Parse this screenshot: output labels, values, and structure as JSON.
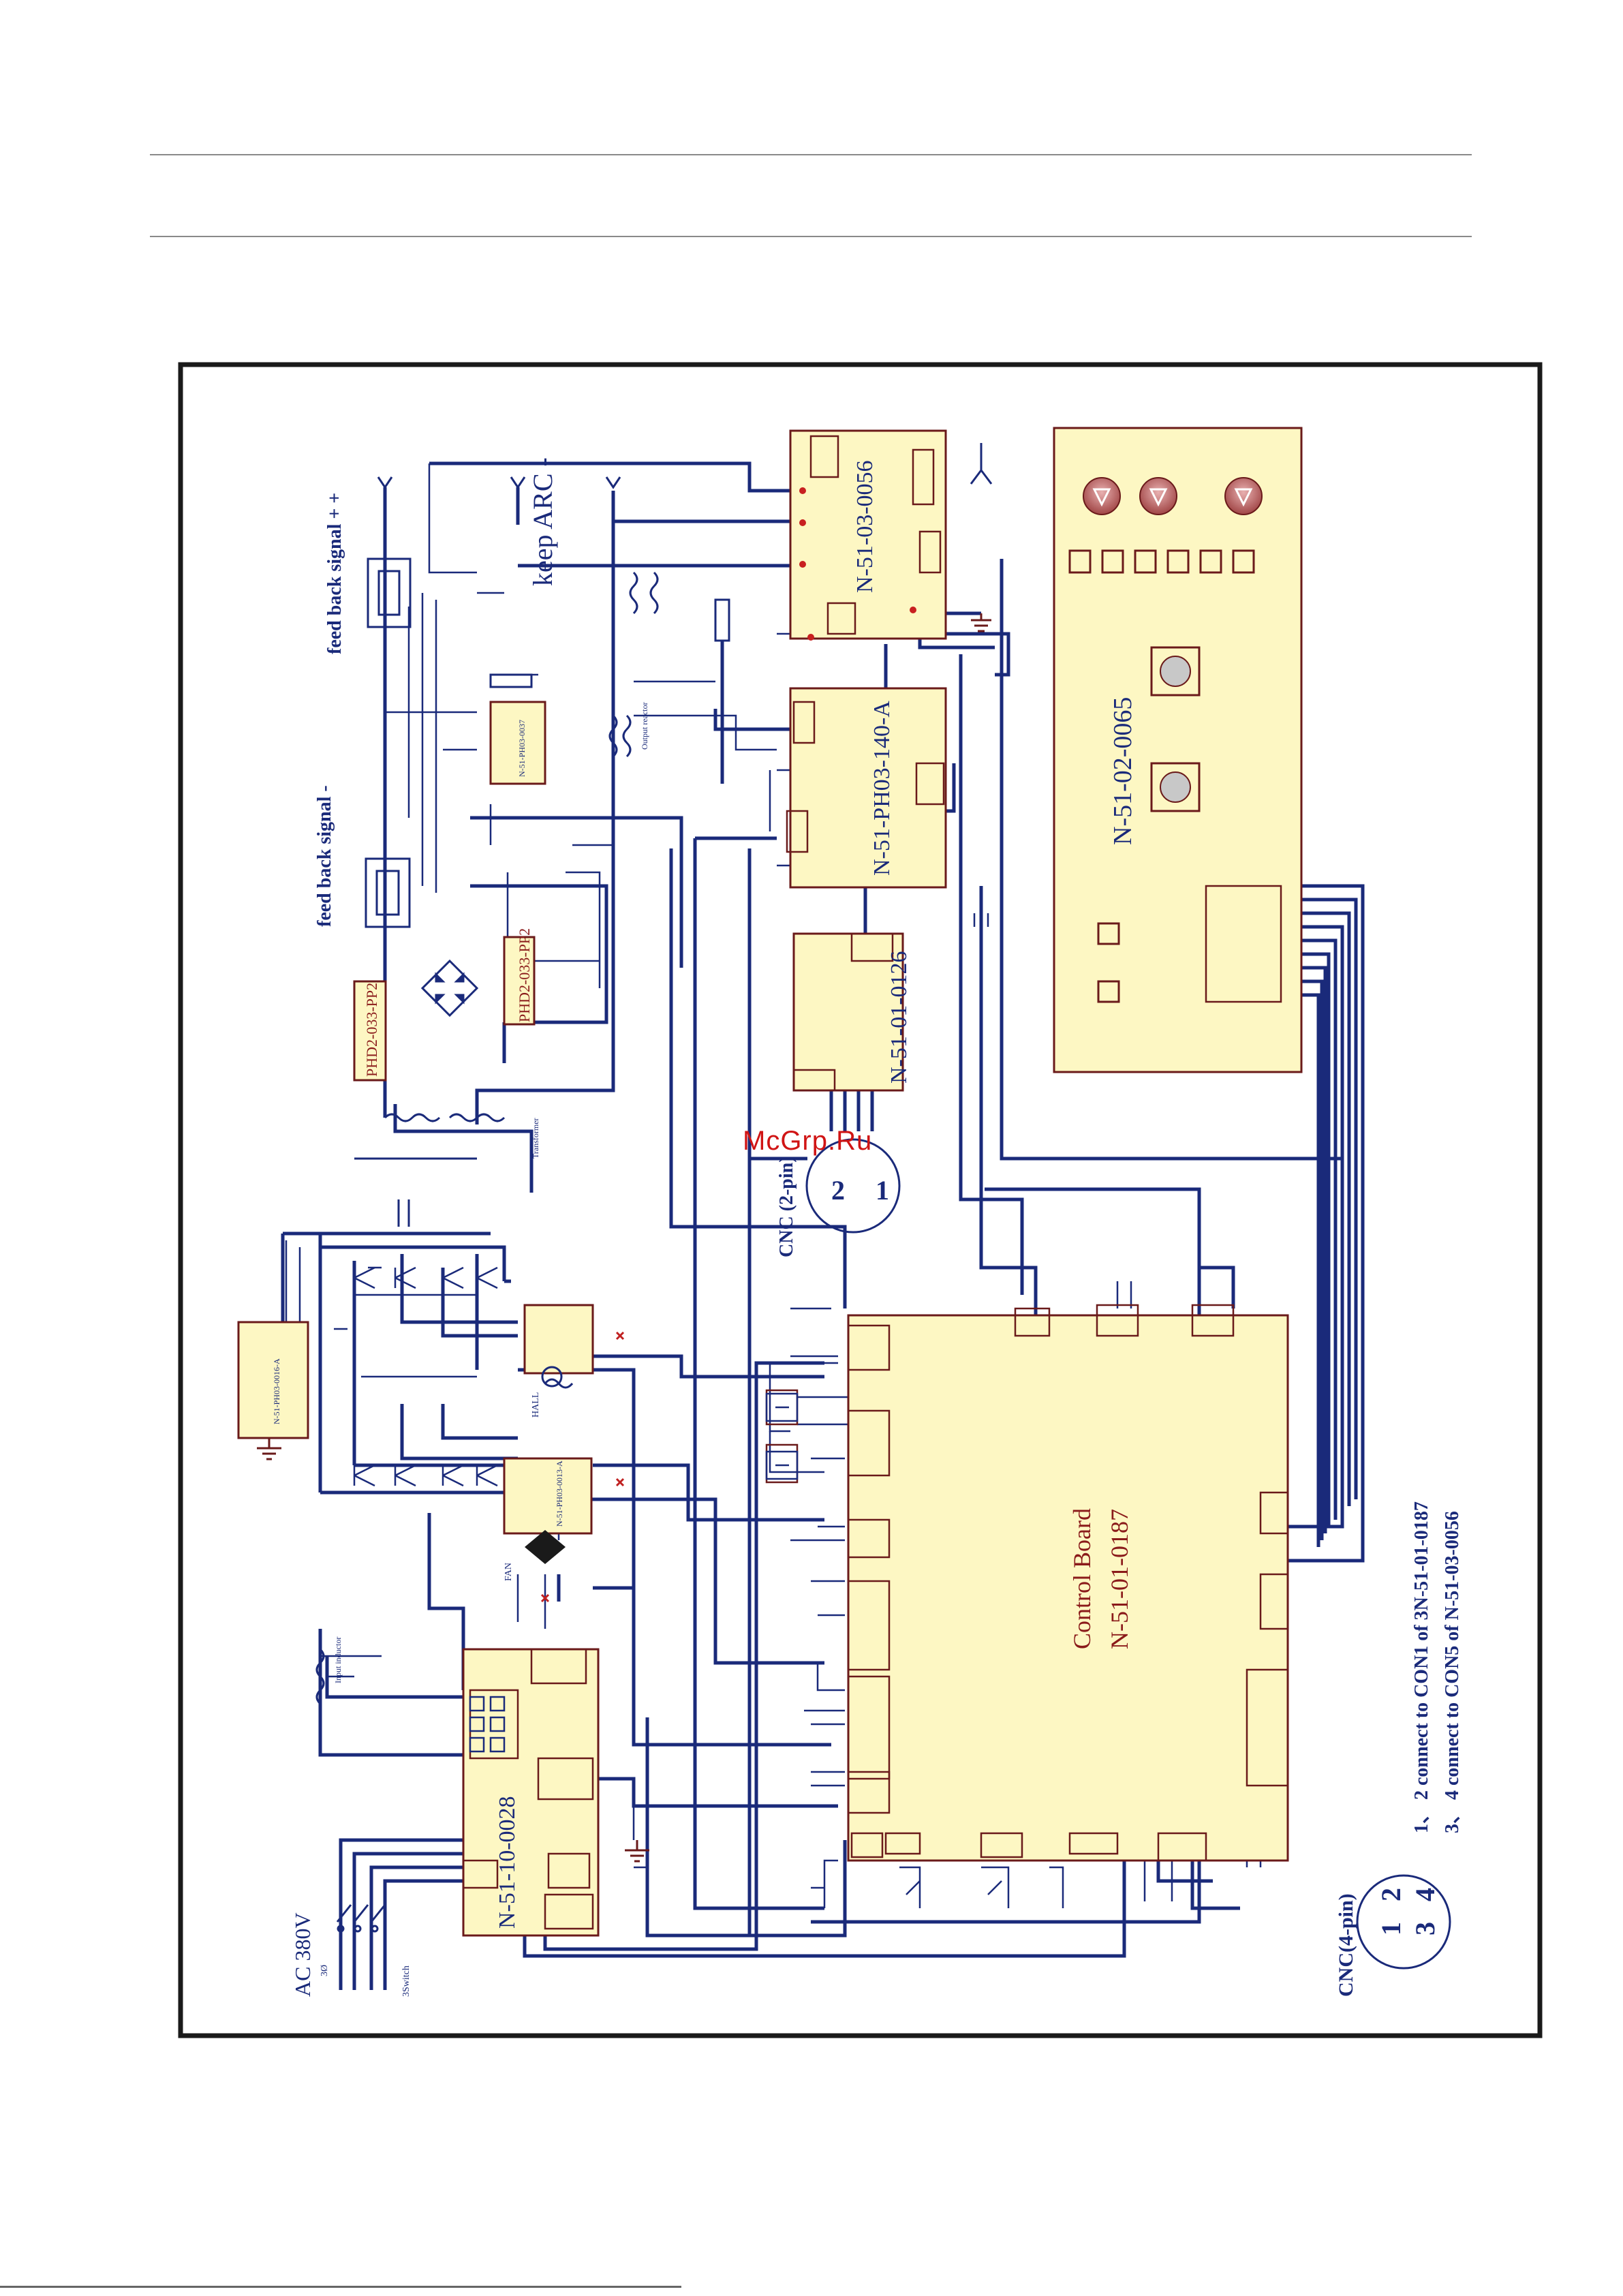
{
  "watermark": "McGrp.Ru",
  "colors": {
    "wire": "#1a2a7a",
    "board": "#fdf7c3",
    "board_stroke": "#6a1a1a",
    "text": "#1a2a7a",
    "red": "#b00000"
  },
  "boards": {
    "panel_a": "N-51-03-0056",
    "panel_b": "N-51-PH03-140-A",
    "panel_c": "N-51-01-0126",
    "front_panel": "N-51-02-0065",
    "control_board_title": "Control Board",
    "control_board_id": "N-51-01-0187",
    "power_board": "N-51-10-0028",
    "pcb2a": "PHD2-033-PP2",
    "pcb2b": "PHD2-033-PP2",
    "relay_board": "N-51-PH03-0037",
    "driver_board": "N-51-PH03-0013-A",
    "cap_box": "N-51-PH03-0016-A"
  },
  "labels": {
    "feedback_plus": "feed back signal + +",
    "feedback_minus": "feed back signal -",
    "keep_arc": "keep ARC -",
    "ac_input": "AC 380V",
    "ac_sub": "3Ø",
    "switch": "3Switch",
    "cnc2": "CNC (2-pin)",
    "cnc4": "CNC(4-pin)",
    "hall": "HALL",
    "fan": "FAN",
    "input_inductor": "Input inductor",
    "transformer": "Transformer",
    "output_reactor": "Output reactor"
  },
  "notes": [
    "1、 2 connect to CON1 of 3N-51-01-0187",
    "3、 4 connect to CON5 of N-51-03-0056"
  ],
  "cnc2_pins": [
    "2",
    "1"
  ],
  "cnc4_pins": [
    "1",
    "2",
    "3",
    "4"
  ]
}
